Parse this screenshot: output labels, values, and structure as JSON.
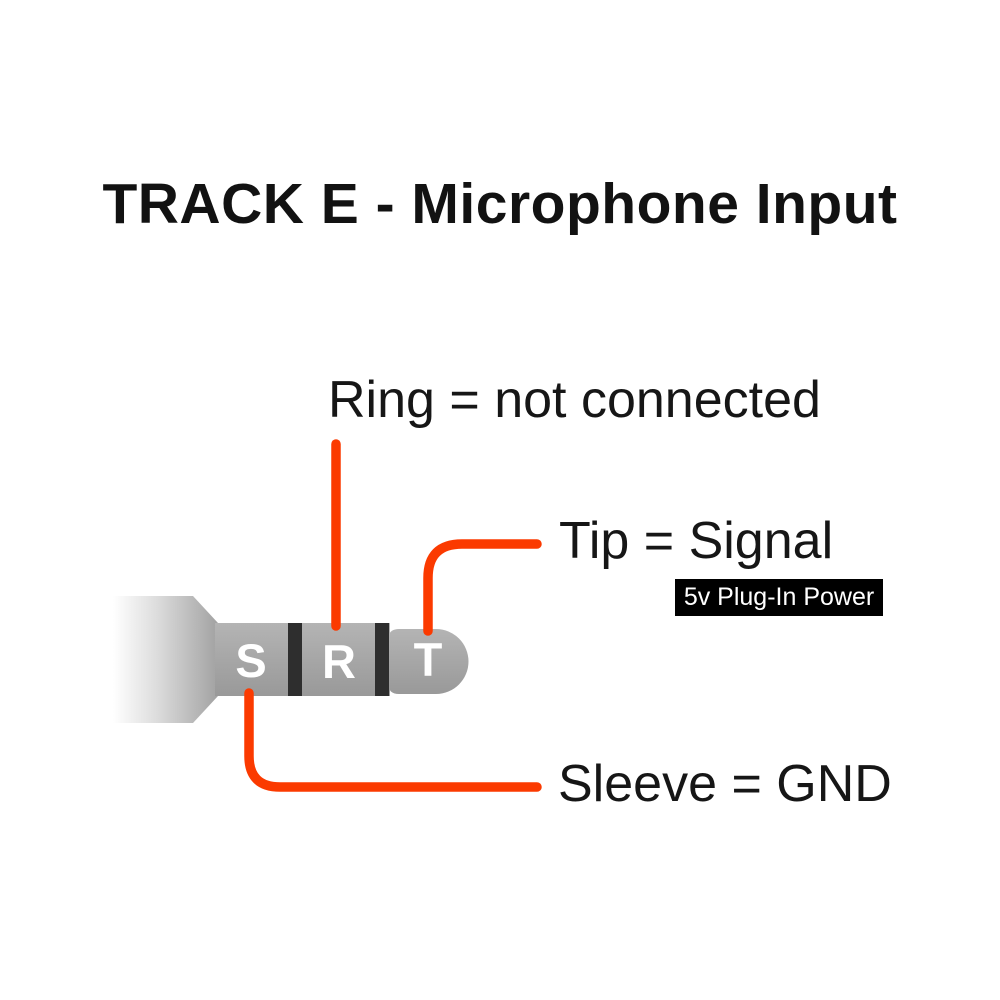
{
  "title": "TRACK E - Microphone Input",
  "colors": {
    "accent_orange": "#FB3A00",
    "connector_gray": "#A6A6A6",
    "band_dark": "#2E2E2E",
    "letter_white": "#FFFFFF",
    "badge_bg": "#000000",
    "badge_text": "#FFFFFF",
    "text_black": "#151515",
    "background": "#FFFFFF"
  },
  "connector": {
    "segments": [
      {
        "id": "sleeve",
        "label": "S"
      },
      {
        "id": "ring",
        "label": "R"
      },
      {
        "id": "tip",
        "label": "T"
      }
    ]
  },
  "labels": {
    "ring": "Ring = not connected",
    "tip": "Tip = Signal",
    "tip_badge": "5v Plug-In Power",
    "sleeve": "Sleeve = GND"
  }
}
